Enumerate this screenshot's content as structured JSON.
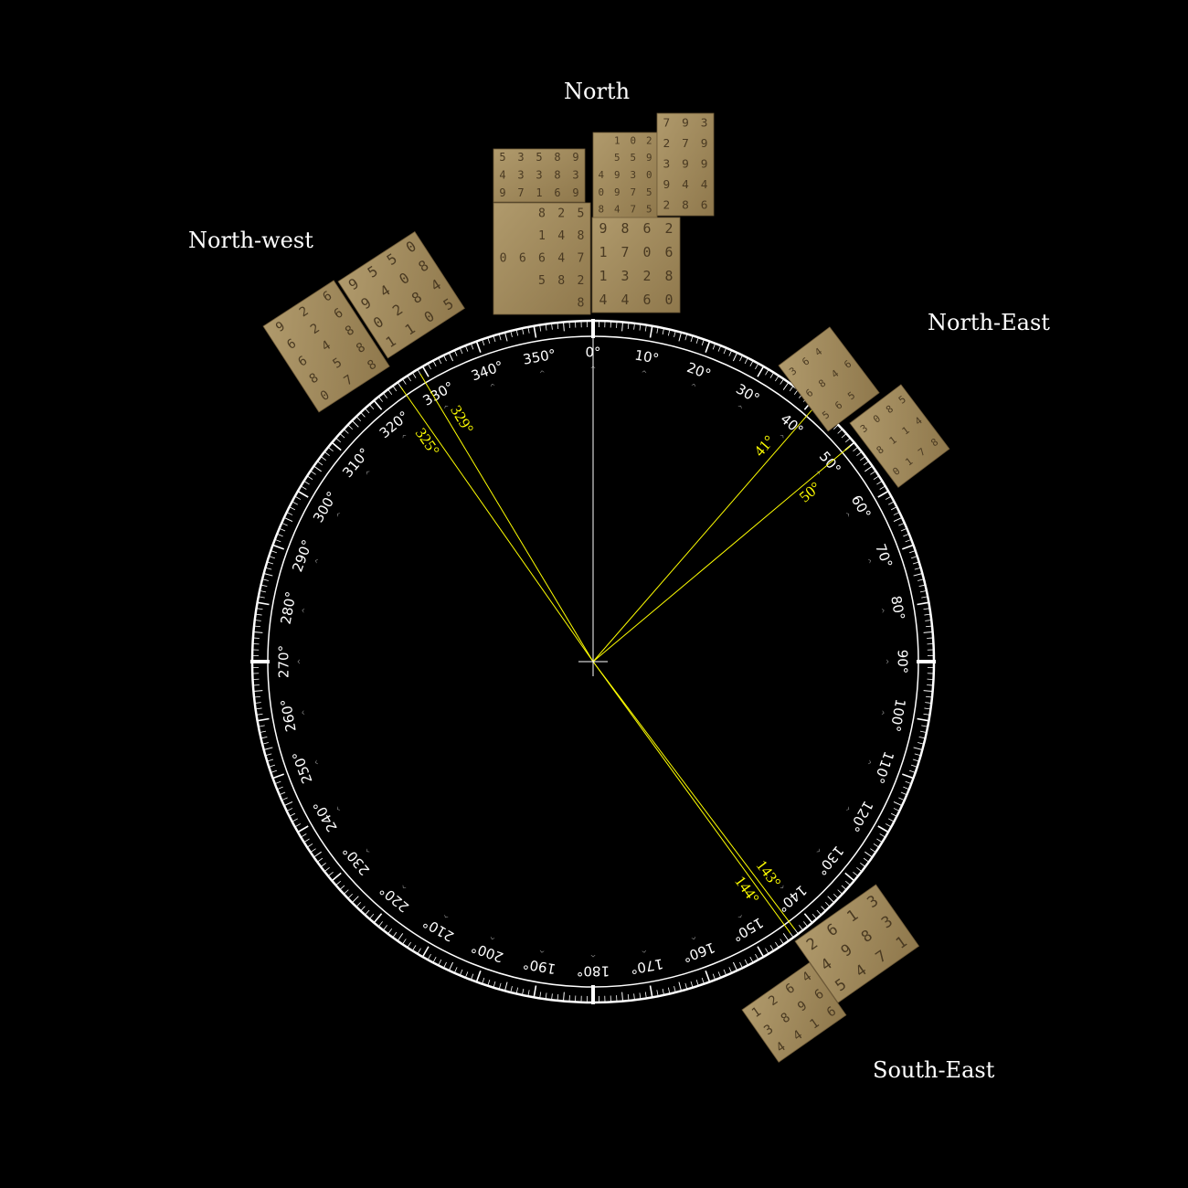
{
  "labels": {
    "north": "North",
    "north_west": "North-west",
    "north_east": "North-East",
    "south_east": "South-East"
  },
  "compass": {
    "major_ticks_every_deg": 10,
    "minor_ticks_every_deg": 1,
    "degree_suffix": "°",
    "ring_color": "#ffffff",
    "bearing_color": "#ffff00"
  },
  "bearings": [
    {
      "deg": 325,
      "label": "325°"
    },
    {
      "deg": 329,
      "label": "329°"
    },
    {
      "deg": 41,
      "label": "41°"
    },
    {
      "deg": 50,
      "label": "50°"
    },
    {
      "deg": 143,
      "label": "143°"
    },
    {
      "deg": 144,
      "label": "144°"
    }
  ],
  "cards": {
    "north_a": [
      [
        "5",
        "3",
        "5",
        "8",
        "9"
      ],
      [
        "4",
        "3",
        "3",
        "8",
        "3"
      ],
      [
        "9",
        "7",
        "1",
        "6",
        "9"
      ]
    ],
    "north_b": [
      [
        "",
        "",
        "8",
        "2",
        "5"
      ],
      [
        "",
        "",
        "1",
        "4",
        "8"
      ],
      [
        "0",
        "6",
        "6",
        "4",
        "7"
      ],
      [
        "",
        "",
        "5",
        "8",
        "2"
      ],
      [
        "",
        "",
        "",
        "",
        "8"
      ]
    ],
    "north_c": [
      [
        "",
        "1",
        "0",
        "2"
      ],
      [
        "",
        "5",
        "5",
        "9"
      ],
      [
        "4",
        "9",
        "3",
        "0"
      ],
      [
        "0",
        "9",
        "7",
        "5"
      ],
      [
        "8",
        "4",
        "7",
        "5"
      ]
    ],
    "north_d": [
      [
        "7",
        "9",
        "3"
      ],
      [
        "2",
        "7",
        "9"
      ],
      [
        "3",
        "9",
        "9"
      ],
      [
        "9",
        "4",
        "4"
      ],
      [
        "2",
        "8",
        "6"
      ]
    ],
    "north_e": [
      [
        "9",
        "8",
        "6",
        "2"
      ],
      [
        "1",
        "7",
        "0",
        "6"
      ],
      [
        "1",
        "3",
        "2",
        "8"
      ],
      [
        "4",
        "4",
        "6",
        "0"
      ]
    ],
    "nw_a": [
      [
        "9",
        "2",
        "6"
      ],
      [
        "6",
        "2",
        "6"
      ],
      [
        "6",
        "4",
        "8"
      ],
      [
        "8",
        "5",
        "8"
      ],
      [
        "0",
        "7",
        "8"
      ]
    ],
    "nw_b": [
      [
        "9",
        "5",
        "5",
        "0"
      ],
      [
        "9",
        "4",
        "0",
        "8"
      ],
      [
        "0",
        "2",
        "8",
        "4"
      ],
      [
        "1",
        "1",
        "0",
        "5"
      ]
    ],
    "ne_a": [
      [
        "3",
        "6",
        "4"
      ],
      [
        "6",
        "8",
        "4",
        "6"
      ],
      [
        "5",
        "6",
        "5"
      ]
    ],
    "ne_b": [
      [
        "3",
        "0",
        "8",
        "5"
      ],
      [
        "8",
        "1",
        "1",
        "4"
      ],
      [
        "0",
        "1",
        "7",
        "8"
      ]
    ],
    "se_a": [
      [
        "2",
        "6",
        "1",
        "3"
      ],
      [
        "4",
        "9",
        "8",
        "3"
      ],
      [
        "5",
        "4",
        "7",
        "1"
      ]
    ],
    "se_b": [
      [
        "1",
        "2",
        "6",
        "4"
      ],
      [
        "3",
        "8",
        "9",
        "6"
      ],
      [
        "4",
        "4",
        "1",
        "6"
      ]
    ]
  }
}
